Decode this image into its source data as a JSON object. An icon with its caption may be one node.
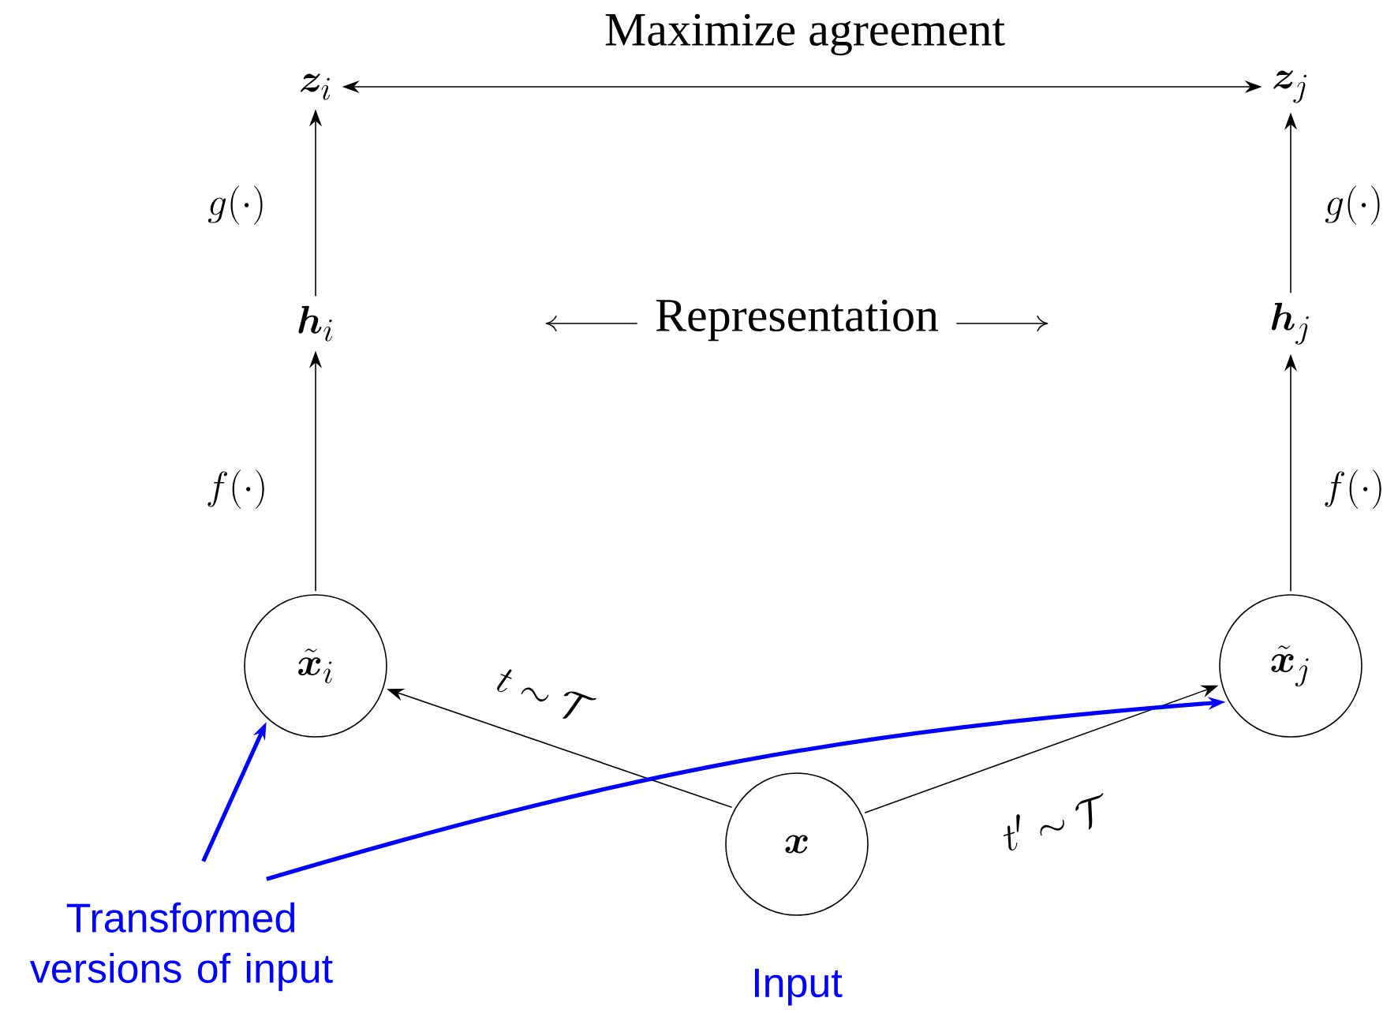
{
  "diagram": {
    "nodes": [
      {
        "text": [
          "\\boldsymbol{z}_i"
        ]
      },
      {
        "text": [
          "\\boldsymbol{z}_j"
        ]
      },
      {
        "text": [
          "\\boldsymbol{h}_i"
        ]
      },
      {
        "text": [
          "\\boldsymbol{h}_j"
        ]
      },
      {
        "text": [
          "\\tilde{\\boldsymbol{x}}_i"
        ]
      },
      {
        "text": [
          "\\tilde{\\boldsymbol{x}}_j"
        ]
      },
      {
        "text": [
          "\\boldsymbol{x}"
        ],
        "beside": [
          "Input"
        ]
      },
      {
        "text": [
          "Transformed versions of input"
        ]
      }
    ],
    "edges": [
      {
        "from": 0,
        "to": 1,
        "arrow": "both",
        "label": "Maximize agreement"
      },
      {
        "from": 2,
        "to": 0,
        "arrow": "to",
        "label": "g(\\cdot)"
      },
      {
        "from": 3,
        "to": 1,
        "arrow": "to",
        "label": "g(\\cdot)"
      },
      {
        "from": 4,
        "to": 2,
        "arrow": "to",
        "label": "f(\\cdot)"
      },
      {
        "from": 5,
        "to": 3,
        "arrow": "to",
        "label": "f(\\cdot)"
      },
      {
        "from": 6,
        "to": 4,
        "arrow": "to",
        "label": "t \\sim \\mathcal{T}"
      },
      {
        "from": 6,
        "to": 5,
        "arrow": "to",
        "label": "t' \\sim \\mathcal{T}"
      },
      {
        "from": 7,
        "to": 4,
        "arrow": "to",
        "style": "thick",
        "color": "#0000ff"
      },
      {
        "from": 7,
        "to": 5,
        "arrow": "to",
        "style": "thick",
        "color": "#0000ff"
      }
    ],
    "labels": [
      "Representation"
    ]
  }
}
